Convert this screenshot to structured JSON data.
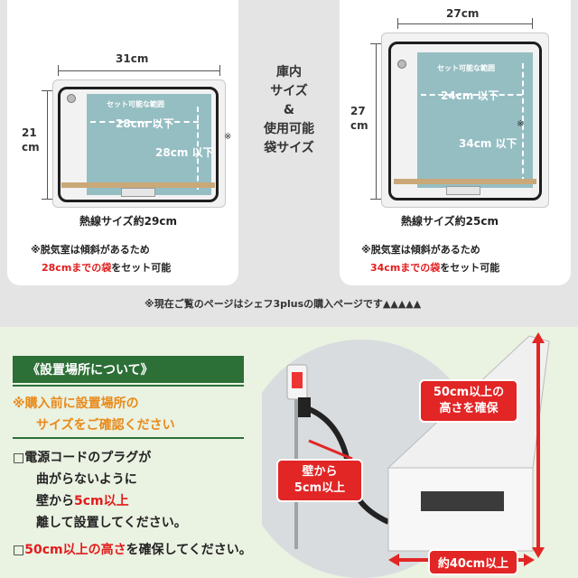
{
  "top": {
    "left": {
      "width_label": "31cm",
      "height_label_1": "21",
      "height_label_2": "cm",
      "teal_label": "セット可能な範囲",
      "inner_w": "28cm 以下",
      "inner_h": "28cm 以下",
      "asterisk": "※",
      "caption": "熱線サイズ約29cm",
      "note_line1": "※脱気室は傾斜があるため",
      "note_line2_red": "28cmまでの袋",
      "note_line2_rest": "をセット可能"
    },
    "center": {
      "line1": "庫内",
      "line2": "サイズ",
      "line3": "&",
      "line4": "使用可能",
      "line5": "袋サイズ"
    },
    "right": {
      "width_label": "27cm",
      "height_label_1": "27",
      "height_label_2": "cm",
      "teal_label": "セット可能な範囲",
      "inner_w": "24cm 以下",
      "inner_h": "34cm 以下",
      "asterisk": "※",
      "caption": "熱線サイズ約25cm",
      "note_line1": "※脱気室は傾斜があるため",
      "note_line2_red": "34cmまでの袋",
      "note_line2_rest": "をセット可能"
    },
    "notice": "※現在ご覧のページはシェフ3plusの購入ページです▲▲▲▲▲"
  },
  "bottom": {
    "banner": "《設置場所について》",
    "warn_line1": "※購入前に設置場所の",
    "warn_line2": "サイズをご確認ください",
    "item1_line1": "□電源コードのプラグが",
    "item1_line2": "曲がらないように",
    "item1_line3_a": "壁から",
    "item1_line3_red": "5cm以上",
    "item1_line4": "離して設置してください。",
    "item2_box": "□",
    "item2_red": "50cm以上の高さ",
    "item2_rest": "を確保してください。",
    "photo": {
      "wall_label_1": "壁から",
      "wall_label_2": "5cm以上",
      "height_label_1": "50cm以上の",
      "height_label_2": "高さを確保",
      "width_label": "約40cm以上"
    }
  },
  "colors": {
    "accent_red": "#e21b1b",
    "banner_green": "#2c6f37",
    "warn_orange": "#e88a1a",
    "teal": "#80b2b8"
  }
}
